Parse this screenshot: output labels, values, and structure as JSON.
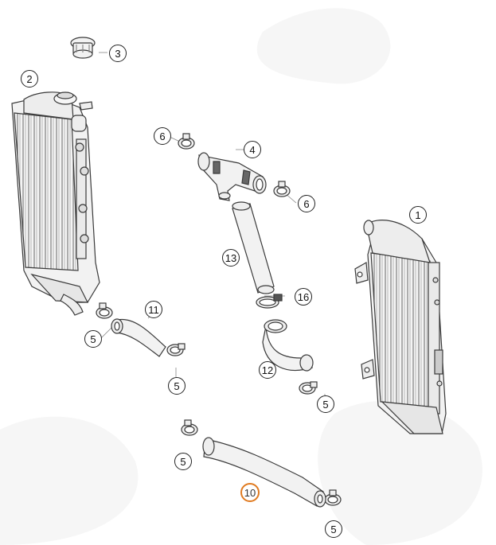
{
  "callouts": {
    "c1": "1",
    "c2": "2",
    "c3": "3",
    "c4": "4",
    "c5a": "5",
    "c5b": "5",
    "c5c": "5",
    "c5d": "5",
    "c5e": "5",
    "c6a": "6",
    "c6b": "6",
    "c10": "10",
    "c11": "11",
    "c12": "12",
    "c13": "13",
    "c16": "16"
  },
  "colors": {
    "highlight": "#e07a1f",
    "line": "#3a3a3a",
    "part_fill": "#f2f2f2"
  },
  "highlighted_part": "10"
}
